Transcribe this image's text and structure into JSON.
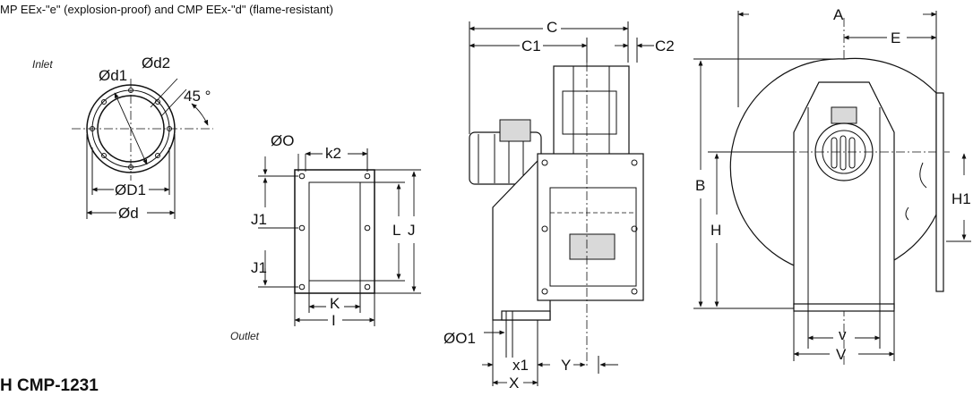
{
  "header": {
    "text": "MP EEx-\"e\" (explosion-proof) and CMP EEx-\"d\" (flame-resistant)"
  },
  "model": {
    "text": "H CMP-1231"
  },
  "inlet": {
    "title": "Inlet",
    "labels": {
      "d1": "Ød1",
      "d2": "Ød2",
      "angle": "45 °",
      "D1": "ØD1",
      "d": "Ød"
    }
  },
  "outlet": {
    "title": "Outlet",
    "labels": {
      "O": "ØO",
      "k2": "k2",
      "J1_top": "J1",
      "J1_bottom": "J1",
      "L": "L",
      "J": "J",
      "K": "K",
      "I": "I"
    }
  },
  "side_view": {
    "labels": {
      "C": "C",
      "C1": "C1",
      "C2": "C2",
      "O1": "ØO1",
      "x1": "x1",
      "Y": "Y",
      "X": "X"
    }
  },
  "front_view": {
    "labels": {
      "A": "A",
      "E": "E",
      "B": "B",
      "H": "H",
      "H1": "H1",
      "v": "v",
      "V": "V"
    }
  }
}
